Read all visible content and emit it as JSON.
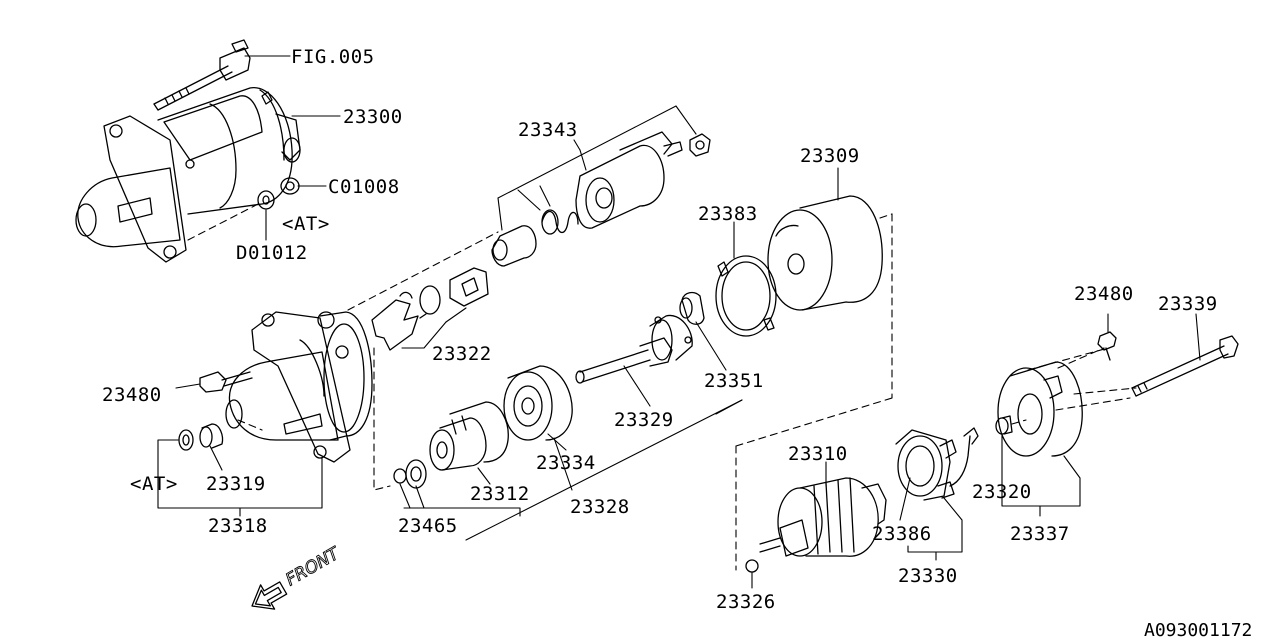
{
  "labels": {
    "fig005": "FIG.005",
    "p23300": "23300",
    "c01008": "C01008",
    "at1": "<AT>",
    "d01012": "D01012",
    "p23343": "23343",
    "p23309": "23309",
    "p23383": "23383",
    "p23322": "23322",
    "p23480a": "23480",
    "p23351": "23351",
    "p23329": "23329",
    "p23334": "23334",
    "at2": "<AT>",
    "p23319": "23319",
    "p23312": "23312",
    "p23328": "23328",
    "p23318": "23318",
    "p23465": "23465",
    "p23310": "23310",
    "p23480b": "23480",
    "p23339": "23339",
    "p23320": "23320",
    "p23386": "23386",
    "p23337": "23337",
    "p23330": "23330",
    "p23326": "23326",
    "front": "FRONT",
    "figure_id": "A093001172"
  }
}
